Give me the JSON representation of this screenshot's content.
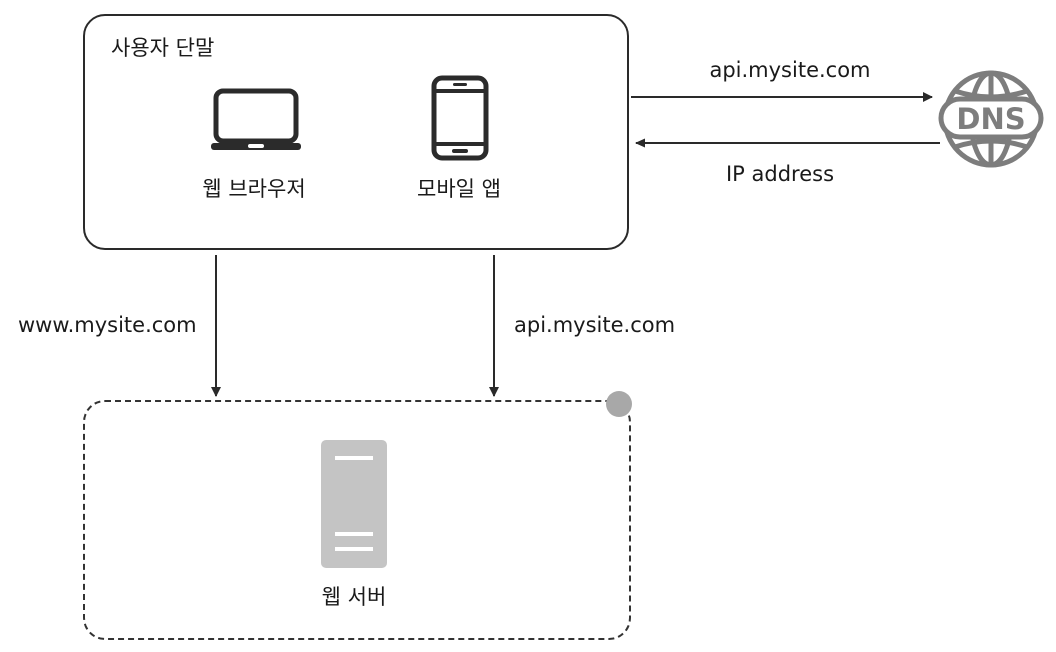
{
  "user_terminal": {
    "title": "사용자 단말",
    "web_browser_label": "웹 브라우저",
    "mobile_app_label": "모바일 앱"
  },
  "dns": {
    "icon_text": "DNS",
    "request_label": "api.mysite.com",
    "response_label": "IP address"
  },
  "links": {
    "web_domain": "www.mysite.com",
    "api_domain": "api.mysite.com"
  },
  "web_server": {
    "label": "웹 서버"
  },
  "colors": {
    "line": "#2a2a2a",
    "icon_dark": "#2b2b2b",
    "dns_gray": "#7d7d7d",
    "server_gray": "#c4c4c4",
    "corner_dot": "#a8a8a8"
  }
}
